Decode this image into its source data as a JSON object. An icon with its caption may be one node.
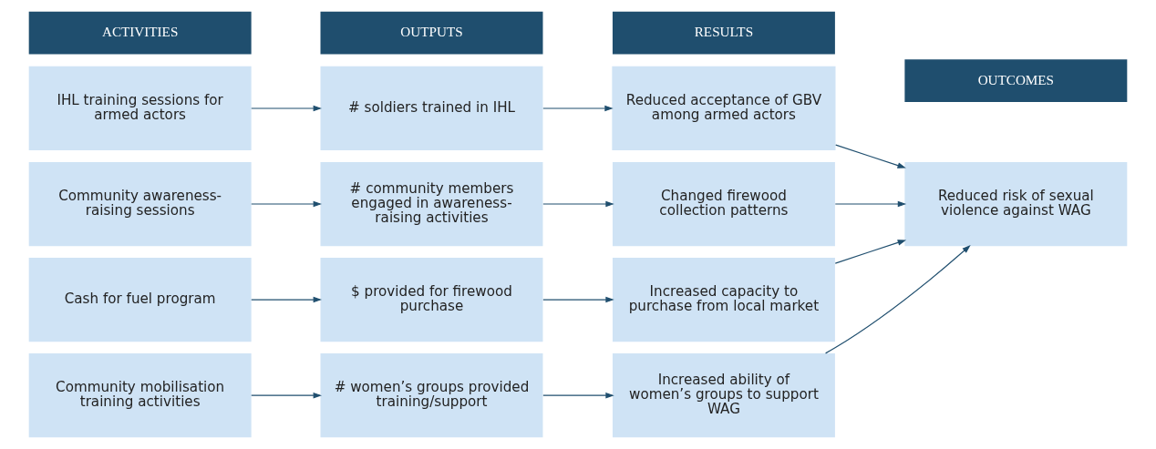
{
  "diagram": {
    "nodes": [
      {
        "text": [
          "ACTIVITIES"
        ]
      },
      {
        "text": [
          "OUTPUTS"
        ]
      },
      {
        "text": [
          "RESULTS"
        ]
      },
      {
        "text": [
          "OUTCOMES"
        ]
      },
      {
        "text": [
          "IHL training sessions for armed actors"
        ]
      },
      {
        "text": [
          "Community awareness-raising sessions"
        ]
      },
      {
        "text": [
          "Cash for fuel program"
        ]
      },
      {
        "text": [
          "Community mobilisation training activities"
        ]
      },
      {
        "text": [
          "# soldiers trained in IHL"
        ]
      },
      {
        "text": [
          "# community members engaged in awareness-raising activities"
        ]
      },
      {
        "text": [
          "$ provided for firewood purchase"
        ]
      },
      {
        "text": [
          "# women’s groups provided training/support"
        ]
      },
      {
        "text": [
          "Reduced acceptance of GBV among armed actors"
        ]
      },
      {
        "text": [
          "Changed firewood collection patterns"
        ]
      },
      {
        "text": [
          "Increased capacity to purchase from local market"
        ]
      },
      {
        "text": [
          "Increased ability of women’s groups to support WAG"
        ]
      },
      {
        "text": [
          "Reduced risk of sexual violence against WAG"
        ]
      }
    ],
    "edges": [
      {
        "from": 4,
        "to": 8,
        "arrow": "to"
      },
      {
        "from": 5,
        "to": 9,
        "arrow": "to"
      },
      {
        "from": 6,
        "to": 10,
        "arrow": "to"
      },
      {
        "from": 7,
        "to": 11,
        "arrow": "to"
      },
      {
        "from": 8,
        "to": 12,
        "arrow": "to"
      },
      {
        "from": 9,
        "to": 13,
        "arrow": "to"
      },
      {
        "from": 10,
        "to": 14,
        "arrow": "to"
      },
      {
        "from": 11,
        "to": 15,
        "arrow": "to"
      },
      {
        "from": 12,
        "to": 16,
        "arrow": "to"
      },
      {
        "from": 13,
        "to": 16,
        "arrow": "to"
      },
      {
        "from": 14,
        "to": 16,
        "arrow": "to"
      },
      {
        "from": 15,
        "to": 16,
        "arrow": "to"
      }
    ]
  }
}
